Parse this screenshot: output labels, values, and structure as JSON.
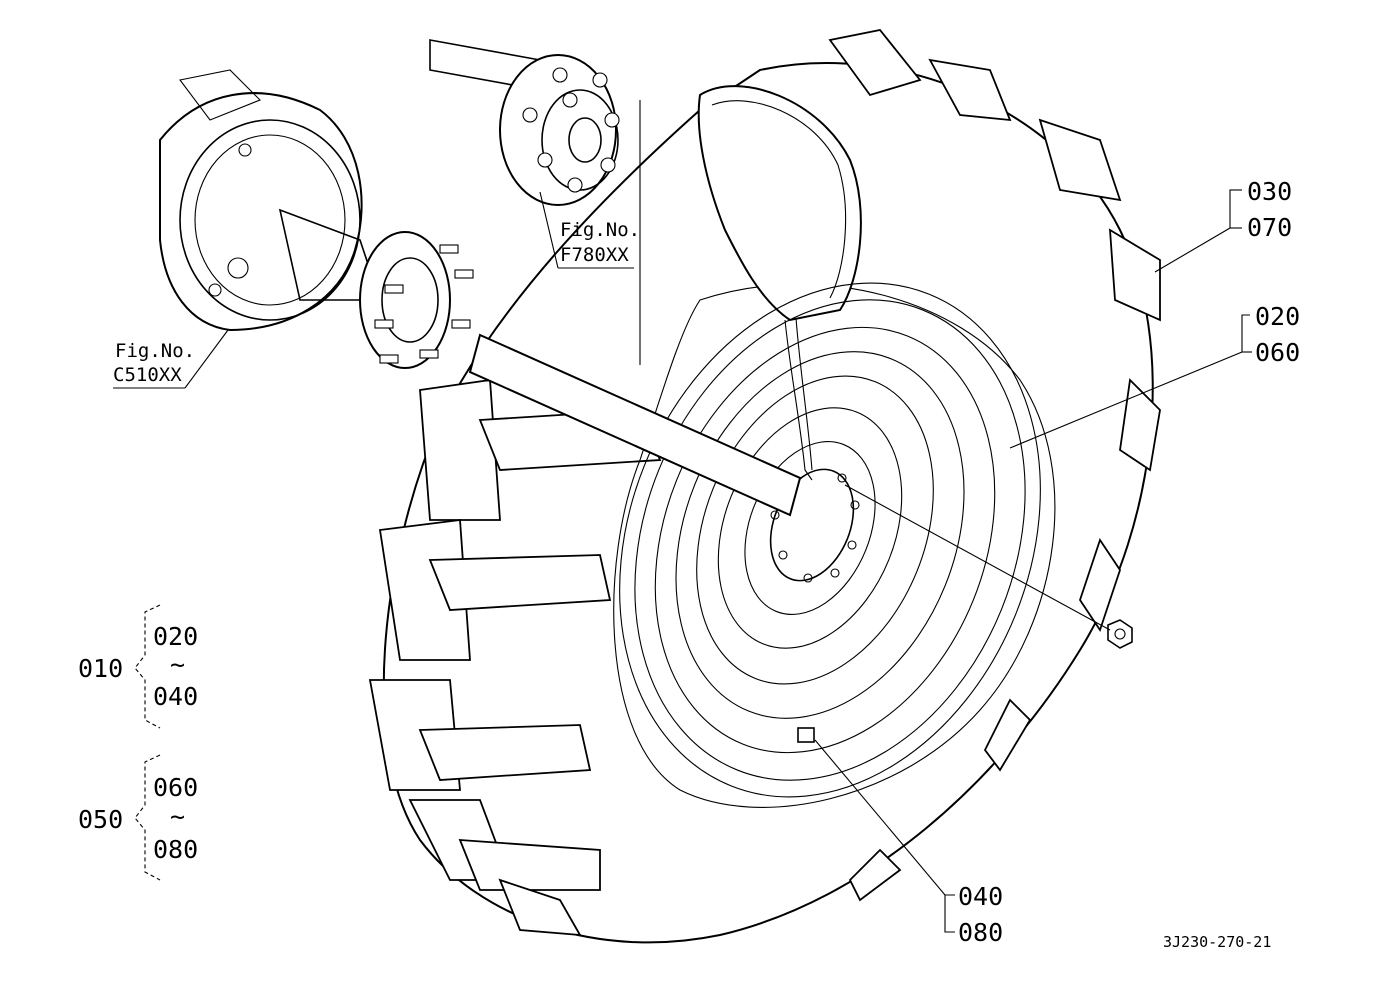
{
  "callouts": {
    "tire_top": "030",
    "tire_bottom": "070",
    "rim_top": "020",
    "rim_bottom": "060",
    "nut_top": "040",
    "nut_bottom": "080"
  },
  "assemblies": [
    {
      "id": "010",
      "from": "020",
      "tilde": "~",
      "to": "040"
    },
    {
      "id": "050",
      "from": "060",
      "tilde": "~",
      "to": "080"
    }
  ],
  "references": {
    "c510_line1": "Fig.No.",
    "c510_line2": "C510XX",
    "f780_line1": "Fig.No.",
    "f780_line2": "F780XX"
  },
  "drawing_number": "3J230-270-21"
}
